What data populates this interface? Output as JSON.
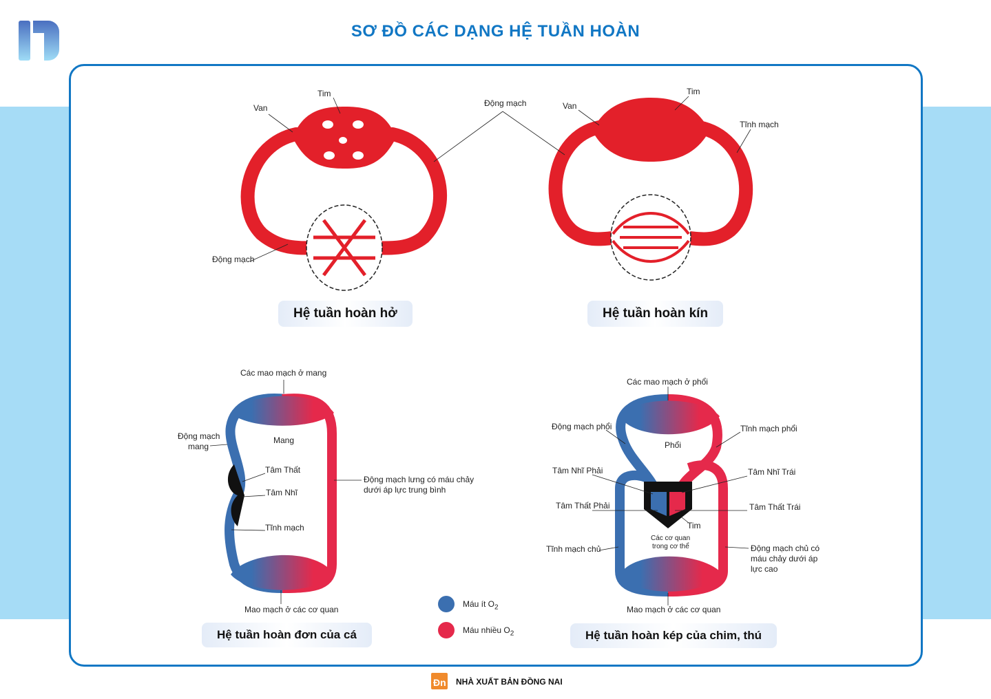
{
  "title": "SƠ ĐỒ CÁC DẠNG HỆ TUẦN HOÀN",
  "colors": {
    "accent": "#1177c4",
    "band": "#a6dcf6",
    "oxygen_poor": "#3b6fb0",
    "oxygen_rich": "#e5294b",
    "open_red": "#e3202a"
  },
  "open": {
    "caption": "Hệ tuần hoàn hở",
    "tim": "Tim",
    "van": "Van",
    "dong_mach": "Động mạch"
  },
  "shared_label": "Động mạch",
  "closed": {
    "caption": "Hệ tuần hoàn kín",
    "tim": "Tim",
    "van": "Van",
    "tinh_mach": "Tĩnh mạch"
  },
  "fish": {
    "caption": "Hệ tuần hoàn đơn của cá",
    "gill_cap": "Các mao mạch ở mang",
    "gill_artery_1": "Động mạch",
    "gill_artery_2": "mang",
    "gill": "Mang",
    "ventricle": "Tâm Thất",
    "atrium": "Tâm Nhĩ",
    "vein": "Tĩnh mạch",
    "dorsal_1": "Động mạch lưng có máu chảy",
    "dorsal_2": "dưới áp lực trung bình",
    "organ_cap": "Mao mạch ở các cơ quan"
  },
  "bird": {
    "caption": "Hệ tuần hoàn kép của chim, thú",
    "lung_cap": "Các mao mạch ở phổi",
    "pulm_artery": "Động mạch phổi",
    "pulm_vein": "Tĩnh mạch phổi",
    "lung": "Phổi",
    "ra": "Tâm Nhĩ Phải",
    "la": "Tâm Nhĩ Trái",
    "rv": "Tâm Thất Phải",
    "lv": "Tâm Thất Trái",
    "heart": "Tim",
    "organs_1": "Các cơ quan",
    "organs_2": "trong cơ thể",
    "vena_cava": "Tĩnh mạch chủ",
    "aorta_1": "Động mạch chủ có",
    "aorta_2": "máu chảy dưới áp",
    "aorta_3": "lực cao",
    "organ_cap": "Mao mạch ở các cơ quan"
  },
  "legend": [
    {
      "label": "Máu ít O",
      "sub": "2"
    },
    {
      "label": "Máu nhiều O",
      "sub": "2"
    }
  ],
  "publisher": "NHÀ XUẤT BẢN ĐỒNG NAI"
}
